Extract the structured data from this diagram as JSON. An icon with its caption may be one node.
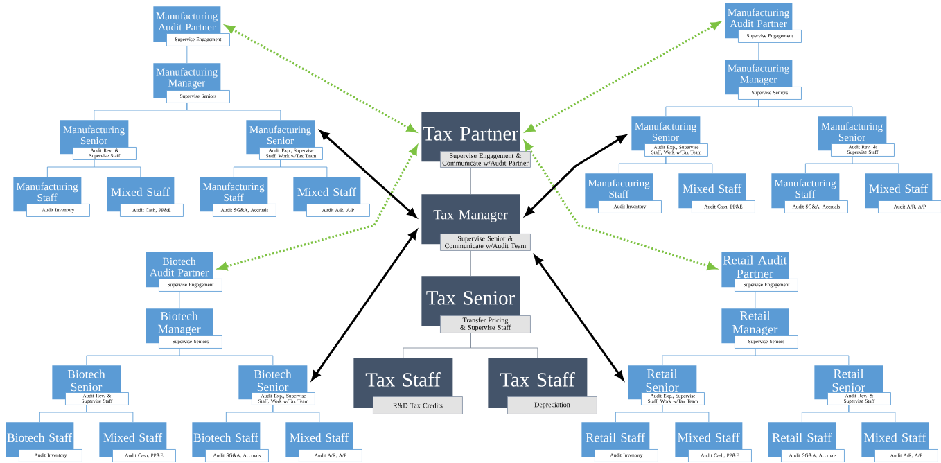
{
  "diagram": {
    "nodes": [
      {
        "text": [
          "Tax Partner",
          "Supervise Engagement & Communicate w/Audit Partner"
        ]
      },
      {
        "text": [
          "Tax Manager",
          "Supervise Senior & Communicate w/Audit Team"
        ]
      },
      {
        "text": [
          "Tax Senior",
          "Transfer Pricing & Supervise Staff"
        ]
      },
      {
        "text": [
          "Tax Staff",
          "R&D Tax Credits"
        ]
      },
      {
        "text": [
          "Tax Staff",
          "Depreciation"
        ]
      },
      {
        "text": [
          "Manufacturing Audit Partner",
          "Supervise Engagement"
        ]
      },
      {
        "text": [
          "Manufacturing Manager",
          "Supervise Seniors"
        ]
      },
      {
        "text": [
          "Manufacturing Senior",
          "Audit Rev. & Supervise Staff"
        ]
      },
      {
        "text": [
          "Manufacturing Senior",
          "Audit Exp., Supervise Staff, Work w/Tax Team"
        ]
      },
      {
        "text": [
          "Manufacturing Staff",
          "Audit Inventory"
        ]
      },
      {
        "text": [
          "Mixed Staff",
          "Audit Cash, PP&E"
        ]
      },
      {
        "text": [
          "Manufacturing Staff",
          "Audit SG&A, Accruals"
        ]
      },
      {
        "text": [
          "Mixed Staff",
          "Audit A/R, A/P"
        ]
      },
      {
        "text": [
          "Manufacturing Audit Partner",
          "Supervise Engagement"
        ]
      },
      {
        "text": [
          "Manufacturing Manager",
          "Supervise Seniors"
        ]
      },
      {
        "text": [
          "Manufacturing Senior",
          "Audit Exp., Supervise Staff, Work w/Tax Team"
        ]
      },
      {
        "text": [
          "Manufacturing Senior",
          "Audit Rev. & Supervise Staff"
        ]
      },
      {
        "text": [
          "Manufacturing Staff",
          "Audit Inventory"
        ]
      },
      {
        "text": [
          "Mixed Staff",
          "Audit Cash, PP&E"
        ]
      },
      {
        "text": [
          "Manufacturing Staff",
          "Audit SG&A, Accruals"
        ]
      },
      {
        "text": [
          "Mixed Staff",
          "Audit A/R, A/P"
        ]
      },
      {
        "text": [
          "Biotech Audit Partner",
          "Supervise Engagement"
        ]
      },
      {
        "text": [
          "Biotech Manager",
          "Supervise Seniors"
        ]
      },
      {
        "text": [
          "Biotech Senior",
          "Audit Rev. & Supervise Staff"
        ]
      },
      {
        "text": [
          "Biotech Senior",
          "Audit Exp., Supervise Staff, Work w/Tax Team"
        ]
      },
      {
        "text": [
          "Biotech Staff",
          "Audit Inventory"
        ]
      },
      {
        "text": [
          "Mixed Staff",
          "Audit Cash, PP&E"
        ]
      },
      {
        "text": [
          "Biotech Staff",
          "Audit SG&A, Accruals"
        ]
      },
      {
        "text": [
          "Mixed Staff",
          "Audit A/R, A/P"
        ]
      },
      {
        "text": [
          "Retail Audit Partner",
          "Supervise Engagement"
        ]
      },
      {
        "text": [
          "Retail Manager",
          "Supervise Seniors"
        ]
      },
      {
        "text": [
          "Retail Senior",
          "Audit Exp., Supervise Staff, Work w/Tax Team"
        ]
      },
      {
        "text": [
          "Retail Senior",
          "Audit Rev. & Supervise Staff"
        ]
      },
      {
        "text": [
          "Retail Staff",
          "Audit Inventory"
        ]
      },
      {
        "text": [
          "Mixed Staff",
          "Audit Cash, PP&E"
        ]
      },
      {
        "text": [
          "Retail Staff",
          "Audit SG&A, Accruals"
        ]
      },
      {
        "text": [
          "Mixed Staff",
          "Audit A/R, A/P"
        ]
      }
    ],
    "edges": [
      {
        "from": 0,
        "to": 1,
        "arrow": "none",
        "color": "#7f8a99"
      },
      {
        "from": 1,
        "to": 2,
        "arrow": "none",
        "color": "#7f8a99"
      },
      {
        "from": 2,
        "to": 3,
        "arrow": "none",
        "color": "#7f8a99"
      },
      {
        "from": 2,
        "to": 4,
        "arrow": "none",
        "color": "#7f8a99"
      },
      {
        "from": 5,
        "to": 6,
        "arrow": "none"
      },
      {
        "from": 6,
        "to": 7,
        "arrow": "none"
      },
      {
        "from": 6,
        "to": 8,
        "arrow": "none"
      },
      {
        "from": 7,
        "to": 9,
        "arrow": "none"
      },
      {
        "from": 7,
        "to": 10,
        "arrow": "none"
      },
      {
        "from": 8,
        "to": 11,
        "arrow": "none"
      },
      {
        "from": 8,
        "to": 12,
        "arrow": "none"
      },
      {
        "from": 13,
        "to": 14,
        "arrow": "none"
      },
      {
        "from": 14,
        "to": 15,
        "arrow": "none"
      },
      {
        "from": 14,
        "to": 16,
        "arrow": "none"
      },
      {
        "from": 15,
        "to": 17,
        "arrow": "none"
      },
      {
        "from": 15,
        "to": 18,
        "arrow": "none"
      },
      {
        "from": 16,
        "to": 19,
        "arrow": "none"
      },
      {
        "from": 16,
        "to": 20,
        "arrow": "none"
      },
      {
        "from": 21,
        "to": 22,
        "arrow": "none"
      },
      {
        "from": 22,
        "to": 23,
        "arrow": "none"
      },
      {
        "from": 22,
        "to": 24,
        "arrow": "none"
      },
      {
        "from": 23,
        "to": 25,
        "arrow": "none"
      },
      {
        "from": 23,
        "to": 26,
        "arrow": "none"
      },
      {
        "from": 24,
        "to": 27,
        "arrow": "none"
      },
      {
        "from": 24,
        "to": 28,
        "arrow": "none"
      },
      {
        "from": 29,
        "to": 30,
        "arrow": "none"
      },
      {
        "from": 30,
        "to": 31,
        "arrow": "none"
      },
      {
        "from": 30,
        "to": 32,
        "arrow": "none"
      },
      {
        "from": 31,
        "to": 33,
        "arrow": "none"
      },
      {
        "from": 31,
        "to": 34,
        "arrow": "none"
      },
      {
        "from": 32,
        "to": 35,
        "arrow": "none"
      },
      {
        "from": 32,
        "to": 36,
        "arrow": "none"
      },
      {
        "from": 0,
        "to": 5,
        "arrow": "both",
        "style": "dashed",
        "color": "#7dc242"
      },
      {
        "from": 0,
        "to": 13,
        "arrow": "both",
        "style": "dashed",
        "color": "#7dc242"
      },
      {
        "from": 0,
        "to": 21,
        "arrow": "both",
        "style": "dashed",
        "color": "#7dc242"
      },
      {
        "from": 0,
        "to": 29,
        "arrow": "both",
        "style": "dashed",
        "color": "#7dc242"
      },
      {
        "from": 1,
        "to": 8,
        "arrow": "both",
        "style": "thick",
        "color": "#000000"
      },
      {
        "from": 1,
        "to": 15,
        "arrow": "both",
        "style": "thick",
        "color": "#000000"
      },
      {
        "from": 1,
        "to": 24,
        "arrow": "both",
        "style": "thick",
        "color": "#000000"
      },
      {
        "from": 1,
        "to": 31,
        "arrow": "both",
        "style": "thick",
        "color": "#000000"
      }
    ]
  }
}
